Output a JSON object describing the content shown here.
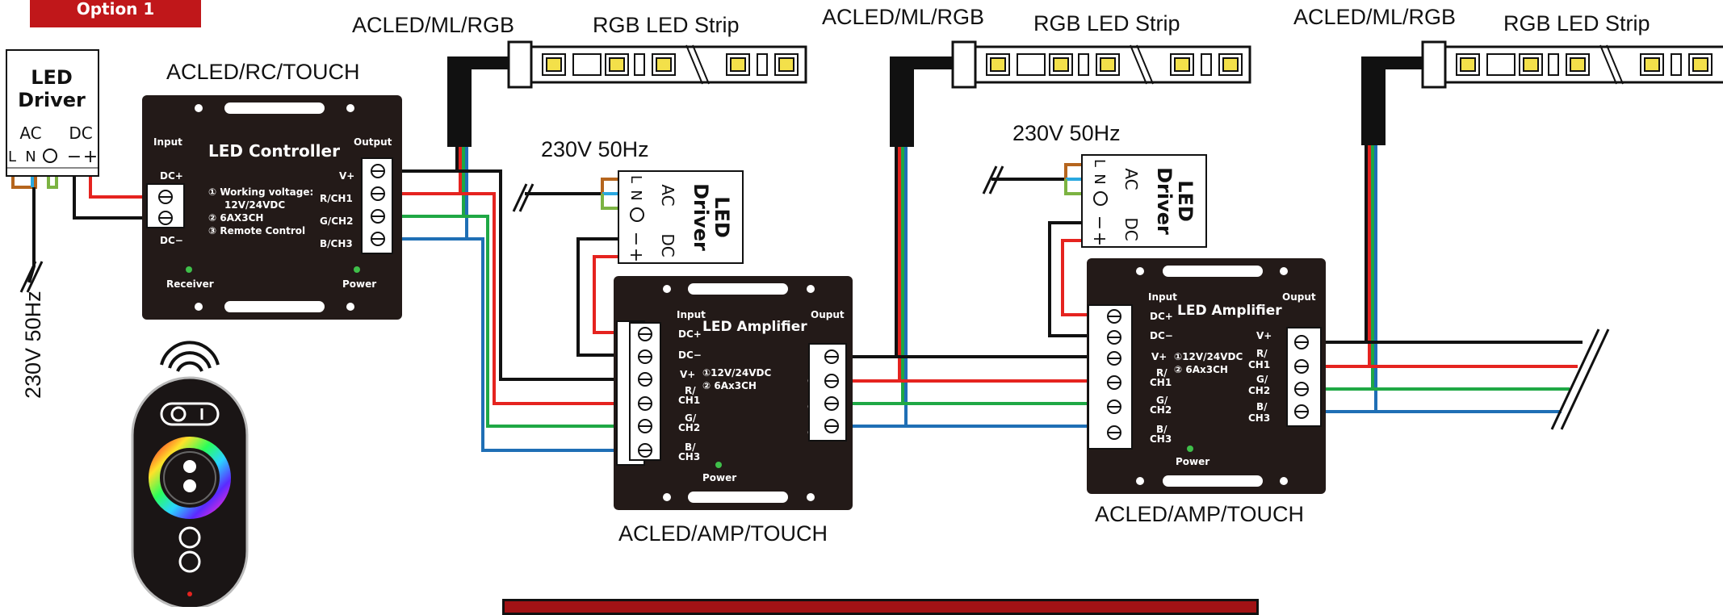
{
  "option_label": "Option 1",
  "labels": {
    "ml_1": "ACLED/ML/RGB",
    "strip_1": "RGB LED Strip",
    "ml_2": "ACLED/ML/RGB",
    "strip_2": "RGB LED Strip",
    "ml_3": "ACLED/ML/RGB",
    "strip_3": "RGB LED Strip",
    "rc_touch": "ACLED/RC/TOUCH",
    "amp_1": "ACLED/AMP/TOUCH",
    "amp_2": "ACLED/AMP/TOUCH",
    "mains_1": "230V 50Hz",
    "mains_2": "230V 50Hz",
    "mains_3": "230V 50Hz"
  },
  "driver": {
    "title_1": "LED",
    "title_2": "Driver",
    "ac": "AC",
    "dc": "DC",
    "l": "L",
    "n": "N",
    "minus": "−",
    "plus": "+"
  },
  "controller": {
    "title": "LED Controller",
    "input": "Input",
    "output": "Output",
    "dc_plus": "DC+",
    "dc_minus": "DC−",
    "spec_1": "① Working voltage:",
    "spec_2": "12V/24VDC",
    "spec_3": "② 6AX3CH",
    "spec_4": "③ Remote Control",
    "v_plus": "V+",
    "r_ch1": "R/CH1",
    "g_ch2": "G/CH2",
    "b_ch3": "B/CH3",
    "receiver": "Receiver",
    "power": "Power"
  },
  "amplifier": {
    "title": "LED Amplifier",
    "input": "Input",
    "output": "Ouput",
    "dc_plus": "DC+",
    "dc_minus": "DC−",
    "v_plus": "V+",
    "r": "R/",
    "ch1": "CH1",
    "g": "G/",
    "ch2": "CH2",
    "b": "B/",
    "ch3": "CH3",
    "spec_1": "①12V/24VDC",
    "spec_2": "② 6Ax3CH",
    "power": "Power"
  },
  "colors": {
    "red": "#e5231f",
    "green": "#1fa845",
    "blue": "#1f6fb5",
    "black": "#111111",
    "brown": "#b5651d",
    "cyan": "#29a8e0",
    "yellowgreen": "#7cb342",
    "device": "#231a18",
    "badge": "#c0171a"
  }
}
